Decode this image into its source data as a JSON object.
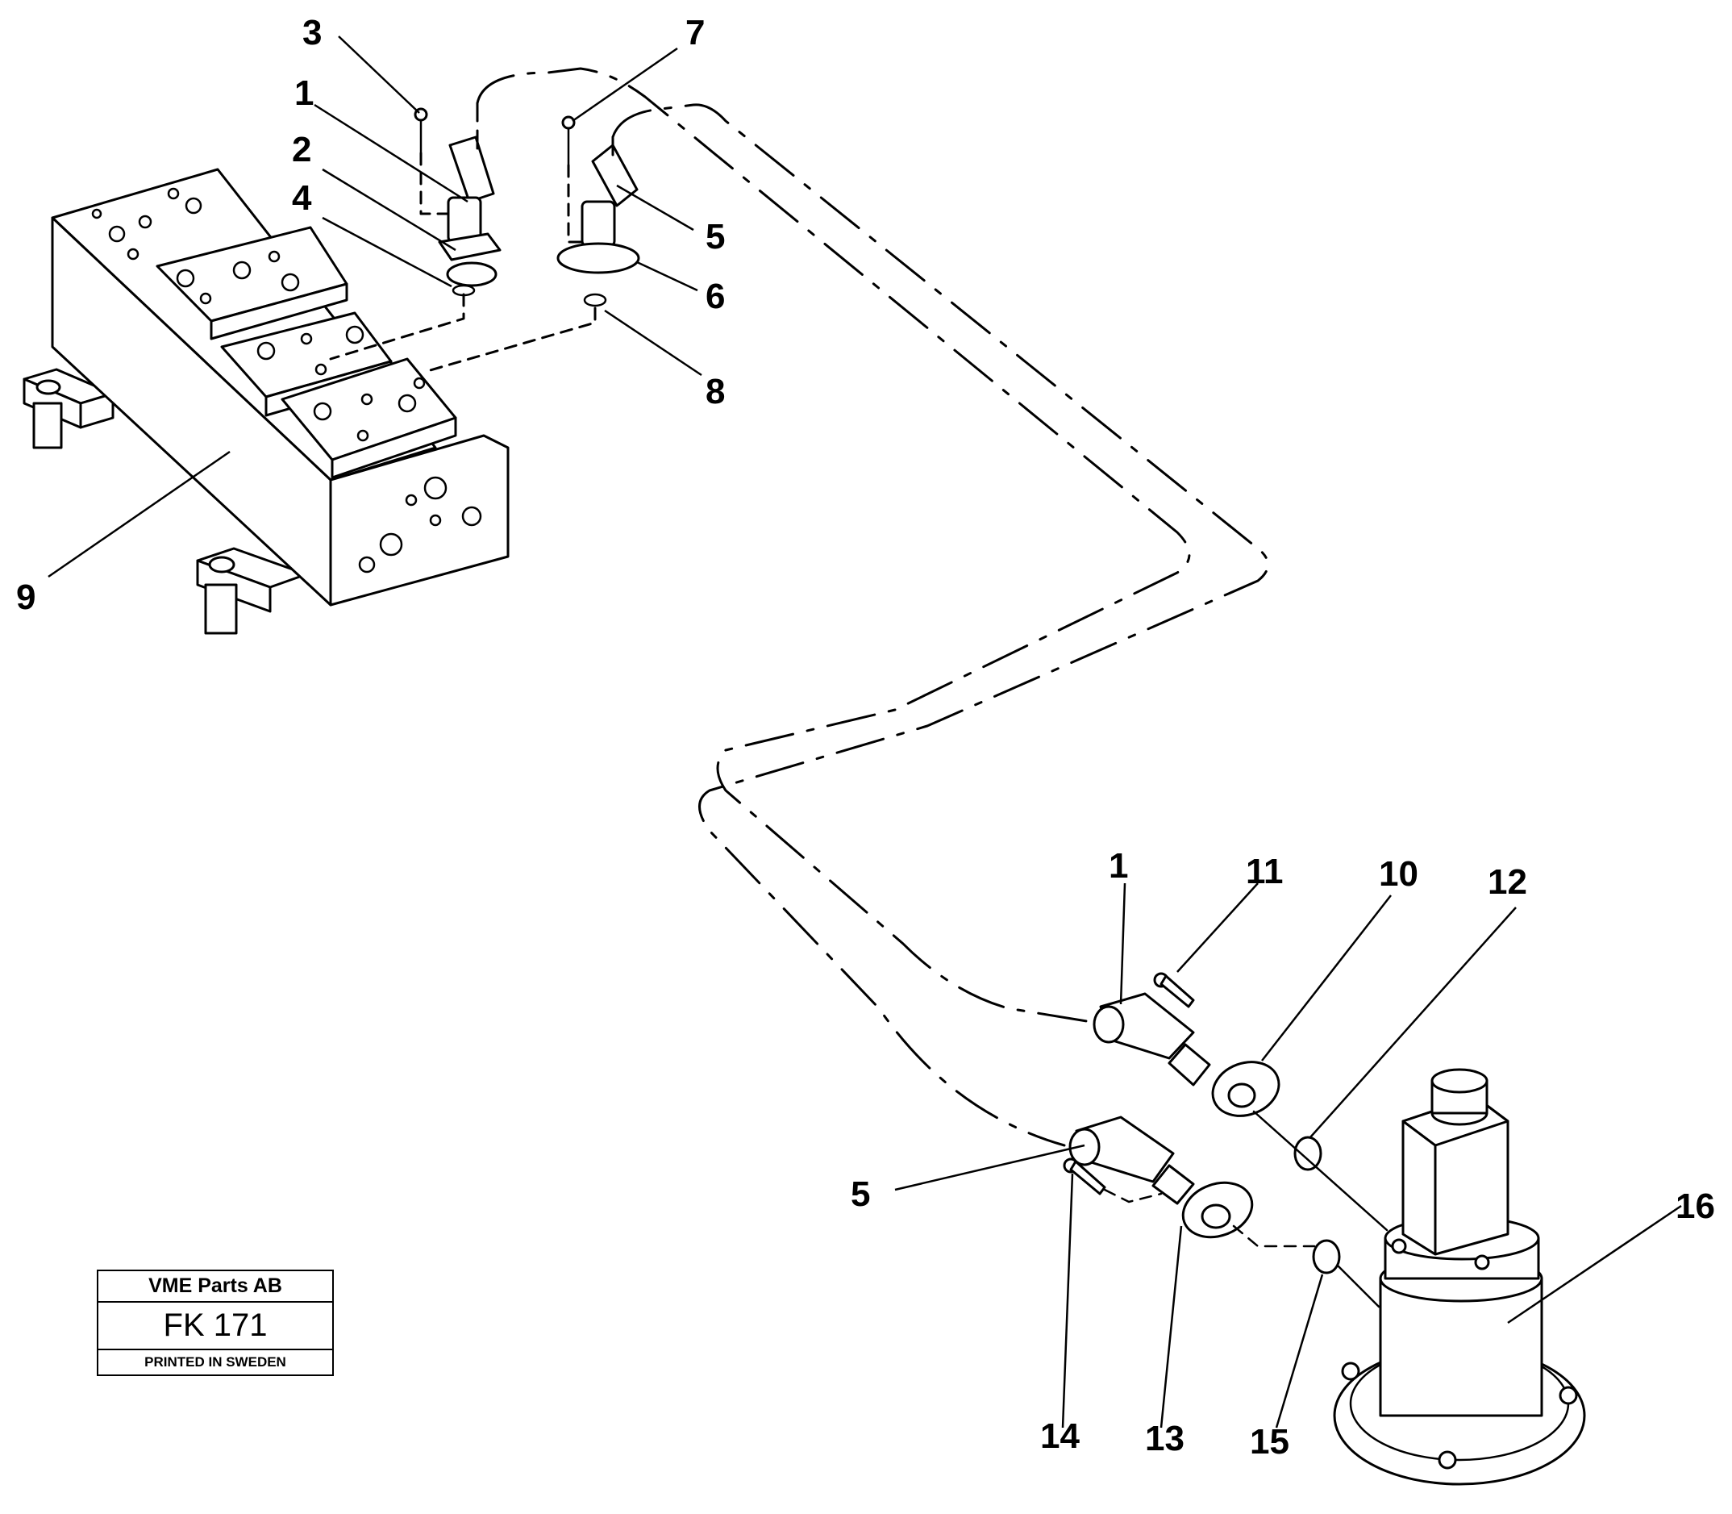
{
  "stamp": {
    "company": "VME Parts AB",
    "code": "FK 171",
    "printed": "PRINTED IN SWEDEN"
  },
  "callouts": {
    "c1_top": "1",
    "c2": "2",
    "c3": "3",
    "c4": "4",
    "c5_top": "5",
    "c6": "6",
    "c7": "7",
    "c8": "8",
    "c9": "9",
    "c1_bottom": "1",
    "c5_bottom": "5",
    "c10": "10",
    "c11": "11",
    "c12": "12",
    "c13": "13",
    "c14": "14",
    "c15": "15",
    "c16": "16"
  }
}
